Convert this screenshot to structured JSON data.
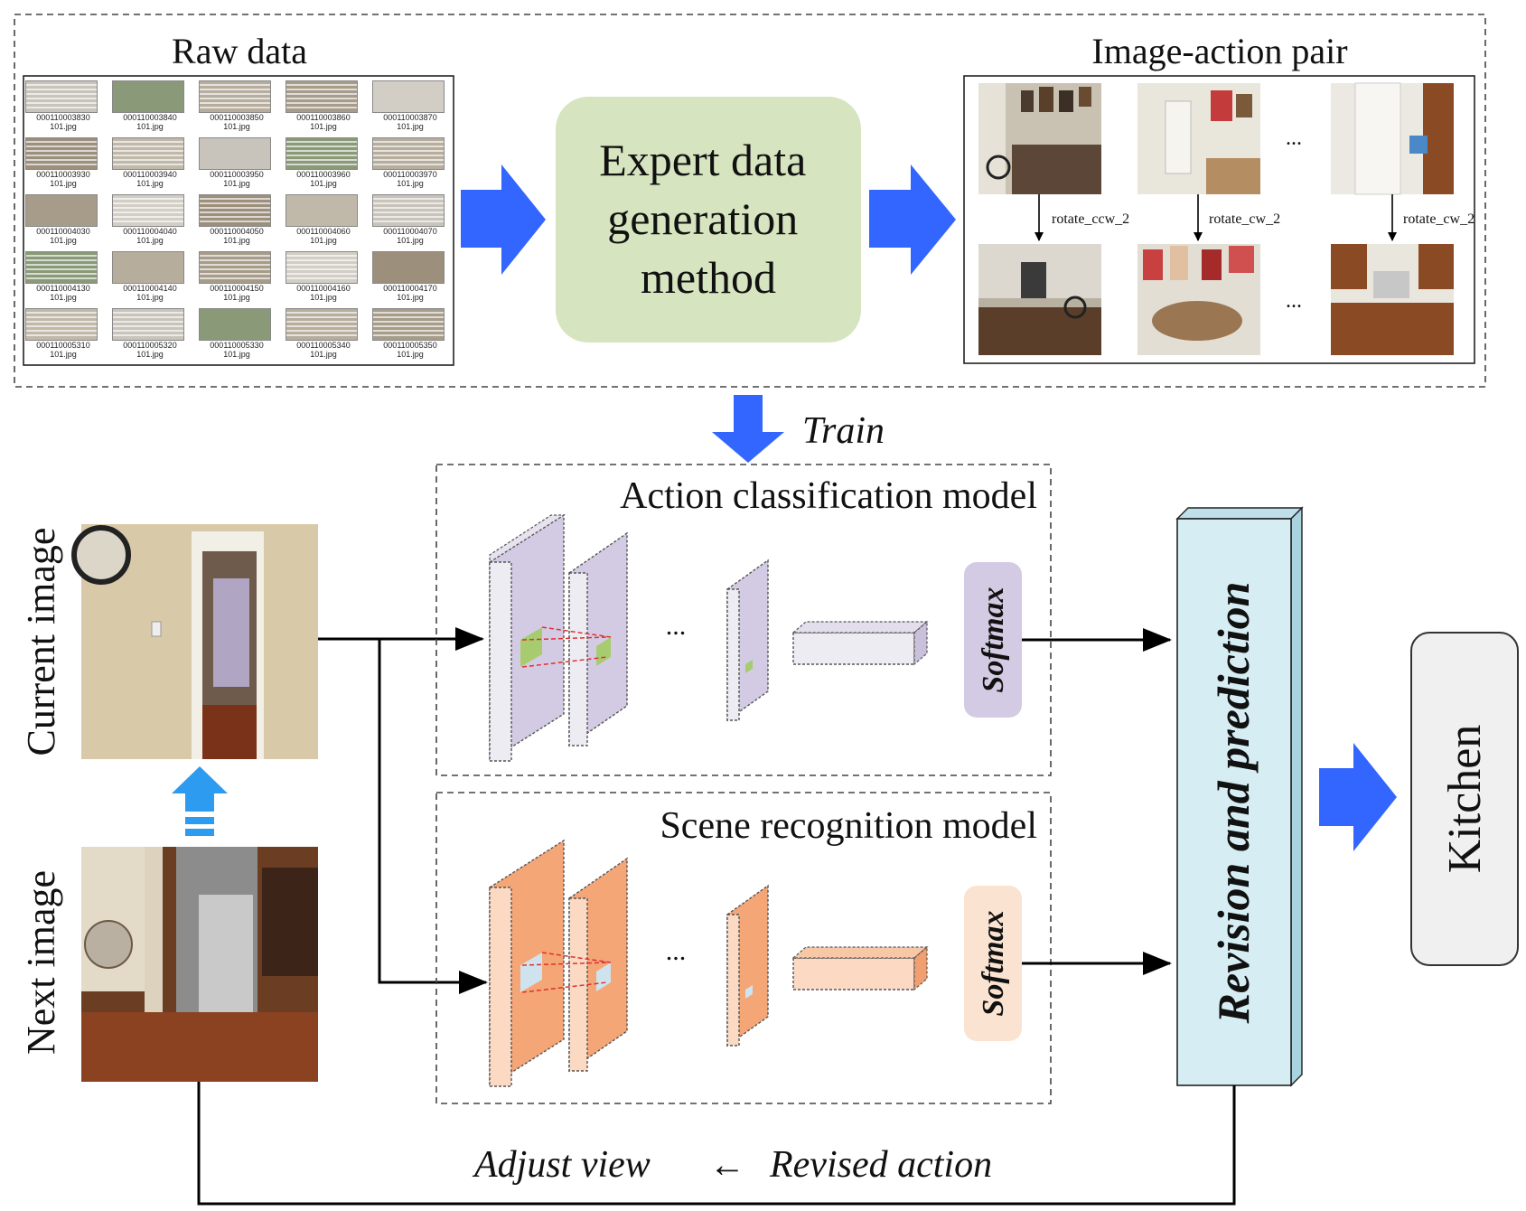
{
  "top": {
    "raw_data_title": "Raw data",
    "expert_label": [
      "Expert data",
      "generation",
      "method"
    ],
    "pair_title": "Image-action pair",
    "pair_actions": [
      "rotate_ccw_2",
      "rotate_cw_2",
      "rotate_cw_2"
    ],
    "ellipsis": "...",
    "raw_files": [
      [
        "000110003830",
        "101.jpg"
      ],
      [
        "000110003840",
        "101.jpg"
      ],
      [
        "000110003850",
        "101.jpg"
      ],
      [
        "000110003860",
        "101.jpg"
      ],
      [
        "000110003870",
        "101.jpg"
      ],
      [
        "000110003930",
        "101.jpg"
      ],
      [
        "000110003940",
        "101.jpg"
      ],
      [
        "000110003950",
        "101.jpg"
      ],
      [
        "000110003960",
        "101.jpg"
      ],
      [
        "000110003970",
        "101.jpg"
      ],
      [
        "000110004030",
        "101.jpg"
      ],
      [
        "000110004040",
        "101.jpg"
      ],
      [
        "000110004050",
        "101.jpg"
      ],
      [
        "000110004060",
        "101.jpg"
      ],
      [
        "000110004070",
        "101.jpg"
      ],
      [
        "000110004130",
        "101.jpg"
      ],
      [
        "000110004140",
        "101.jpg"
      ],
      [
        "000110004150",
        "101.jpg"
      ],
      [
        "000110004160",
        "101.jpg"
      ],
      [
        "000110004170",
        "101.jpg"
      ],
      [
        "000110005310",
        "101.jpg"
      ],
      [
        "000110005320",
        "101.jpg"
      ],
      [
        "000110005330",
        "101.jpg"
      ],
      [
        "000110005340",
        "101.jpg"
      ],
      [
        "000110005350",
        "101.jpg"
      ]
    ]
  },
  "train_label": "Train",
  "left": {
    "current_label": "Current image",
    "next_label": "Next image"
  },
  "models": {
    "action_title": "Action classification model",
    "scene_title": "Scene recognition model",
    "softmax": "Softmax",
    "ellipsis": "..."
  },
  "revision_label": "Revision and prediction",
  "output_label": "Kitchen",
  "bottom": {
    "adjust": "Adjust view",
    "arrow": "←",
    "revised": "Revised action"
  },
  "colors": {
    "arrow_blue": "#3366ff",
    "light_arrow_blue": "#2d9bf0",
    "expert_fill": "#d6e4bf",
    "action_fill": "#d3cbe3",
    "scene_fill": "#f4a677",
    "revision_fill": "#d6eef3",
    "kitchen_fill": "#f0f0f0"
  }
}
